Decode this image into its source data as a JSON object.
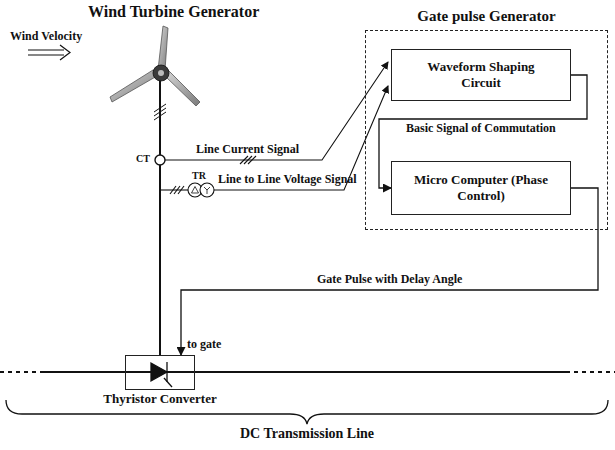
{
  "diagram": {
    "title": "Wind Turbine Generator",
    "nodes": [
      {
        "text": [
          "Gate pulse Generator"
        ]
      },
      {
        "text": [
          "Waveform Shaping Circuit"
        ],
        "in": 0
      },
      {
        "text": [
          "Micro Computer (Phase Control)"
        ],
        "in": 0
      },
      {
        "text": [
          "Thyristor Converter"
        ]
      }
    ],
    "edges": [
      {
        "from": 1,
        "to": 2,
        "arrow": "to",
        "label": "Basic Signal of Commutation"
      },
      {
        "from": 2,
        "to": 3,
        "arrow": "to",
        "label": "Gate Pulse with Delay Angle"
      }
    ],
    "labels": [
      "Wind Velocity",
      "CT",
      "TR",
      "Line Current Signal",
      "Line to Line Voltage Signal",
      "to gate",
      "DC Transmission Line"
    ]
  }
}
